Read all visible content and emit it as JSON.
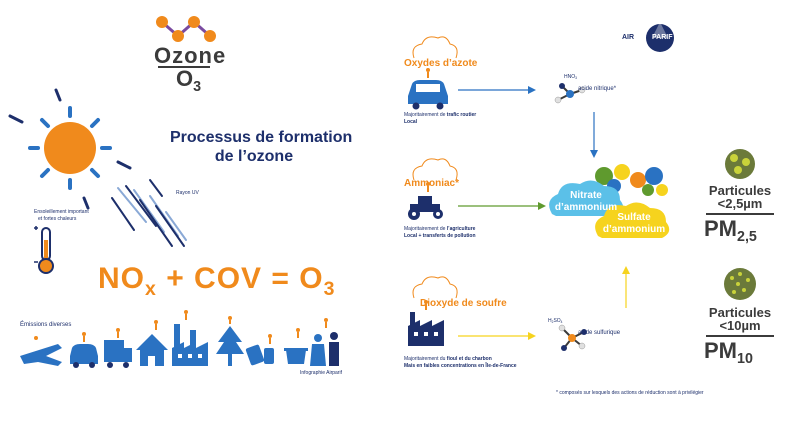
{
  "ozone": {
    "word": "Ozone",
    "formula": "O3"
  },
  "title": {
    "line1": "Processus de formation",
    "line2": "de l’ozone"
  },
  "left": {
    "rayon_uv": "Rayon UV",
    "ensoleillement_1": "Ensoleillement important",
    "ensoleillement_2": "et fortes chaleurs",
    "equation": "NOx + COV = O3",
    "emissions": "Émissions diverses",
    "credit": "Infographie Airparif"
  },
  "brand": {
    "prefix": "AIR",
    "suffix": "PARIF"
  },
  "sources": [
    {
      "name": "Oxydes d’azote",
      "line1_prefix": "Majoritairement de ",
      "line1_bold": "trafic routier",
      "line2": "Local"
    },
    {
      "name": "Ammoniac*",
      "line1_prefix": "Majoritairement de ",
      "line1_bold": "l’agriculture",
      "line2": "Local + transferts de pollution"
    },
    {
      "name": "Dioxyde de soufre",
      "line1_prefix": "Majoritairement du ",
      "line1_bold": "fioul et du charbon",
      "line2": "Mais en faibles concentrations en Île-de-France"
    }
  ],
  "molecules": {
    "hno3_formula": "HNO3",
    "hno3_name": "acide nitrique*",
    "h2so4_formula": "H2SO4",
    "h2so4_name": "acide sulfurique"
  },
  "products": {
    "nitrate_1": "Nitrate",
    "nitrate_2": "d’ammonium",
    "sulfate_1": "Sulfate",
    "sulfate_2": "d’ammonium"
  },
  "particles": [
    {
      "line1": "Particules",
      "line2": "<2,5µm",
      "pm": "PM",
      "pm_sub": "2,5"
    },
    {
      "line1": "Particules",
      "line2": "<10µm",
      "pm": "PM",
      "pm_sub": "10"
    }
  ],
  "footnote": "* composés sur lesquels des actions de réduction sont à privilégier",
  "colors": {
    "navy": "#1d2f6b",
    "orange": "#f08a1c",
    "blue": "#2a72c2",
    "green": "#5f9a2e",
    "yellow": "#f6d31e",
    "grey": "#3b3b3b"
  },
  "icons": [
    "ozone-molecule-icon",
    "sun-icon",
    "thermometer-icon",
    "uv-rays-icon",
    "plane-icon",
    "car-icon",
    "truck-icon",
    "house-icon",
    "factory-icon",
    "tree-icon",
    "paint-can-icon",
    "pot-icon",
    "people-icon",
    "cloud-icon",
    "tractor-icon",
    "molecule-icon",
    "particle-icon"
  ]
}
